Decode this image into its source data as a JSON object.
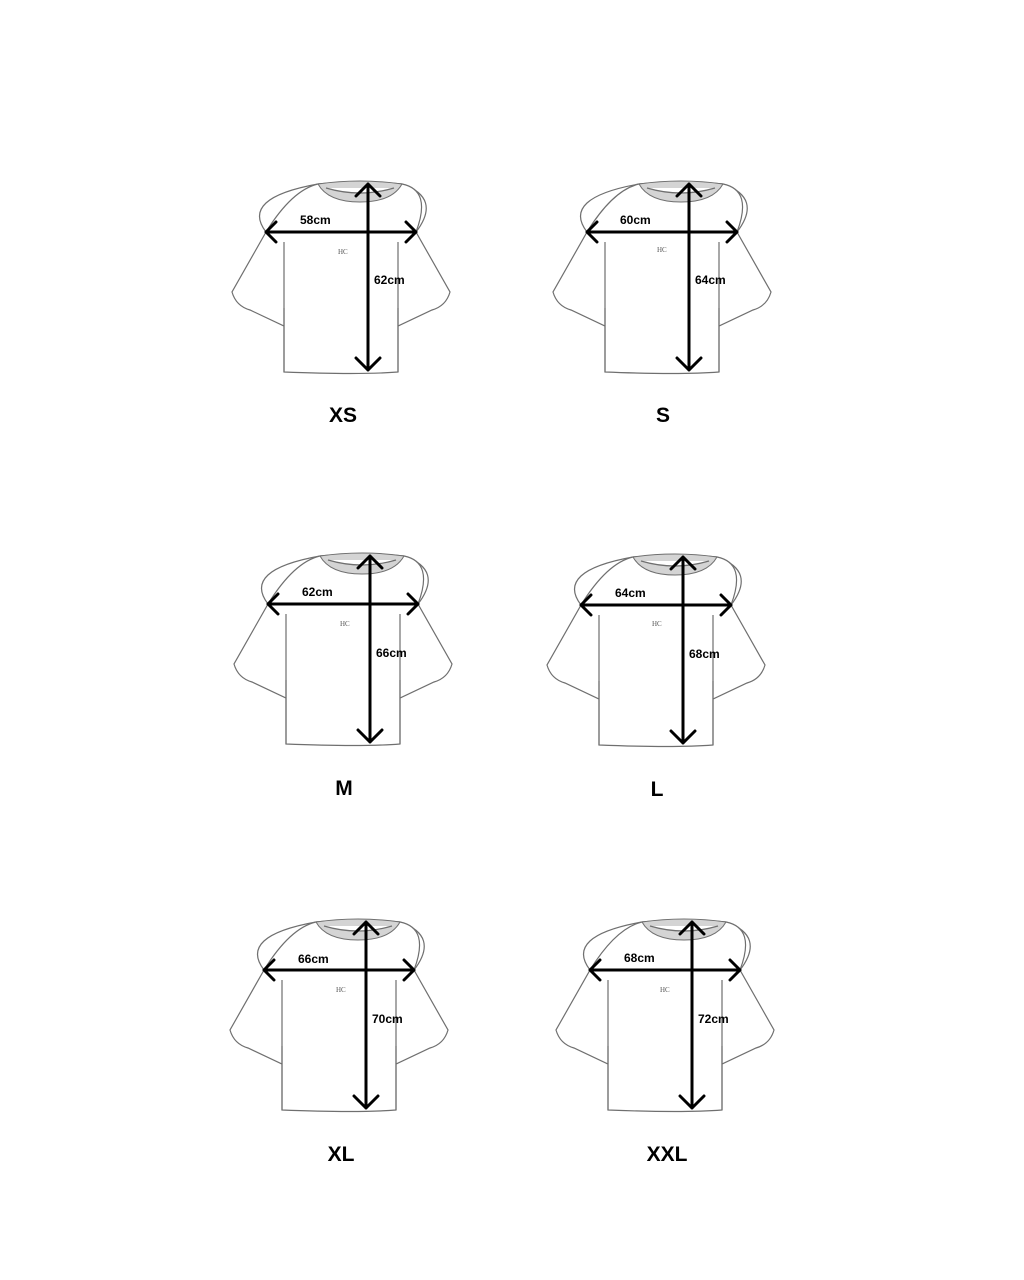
{
  "logo_text": "HC",
  "sizes": [
    {
      "size": "XS",
      "width": "58cm",
      "length": "62cm"
    },
    {
      "size": "S",
      "width": "60cm",
      "length": "64cm"
    },
    {
      "size": "M",
      "width": "62cm",
      "length": "66cm"
    },
    {
      "size": "L",
      "width": "64cm",
      "length": "68cm"
    },
    {
      "size": "XL",
      "width": "66cm",
      "length": "70cm"
    },
    {
      "size": "XXL",
      "width": "68cm",
      "length": "72cm"
    }
  ]
}
